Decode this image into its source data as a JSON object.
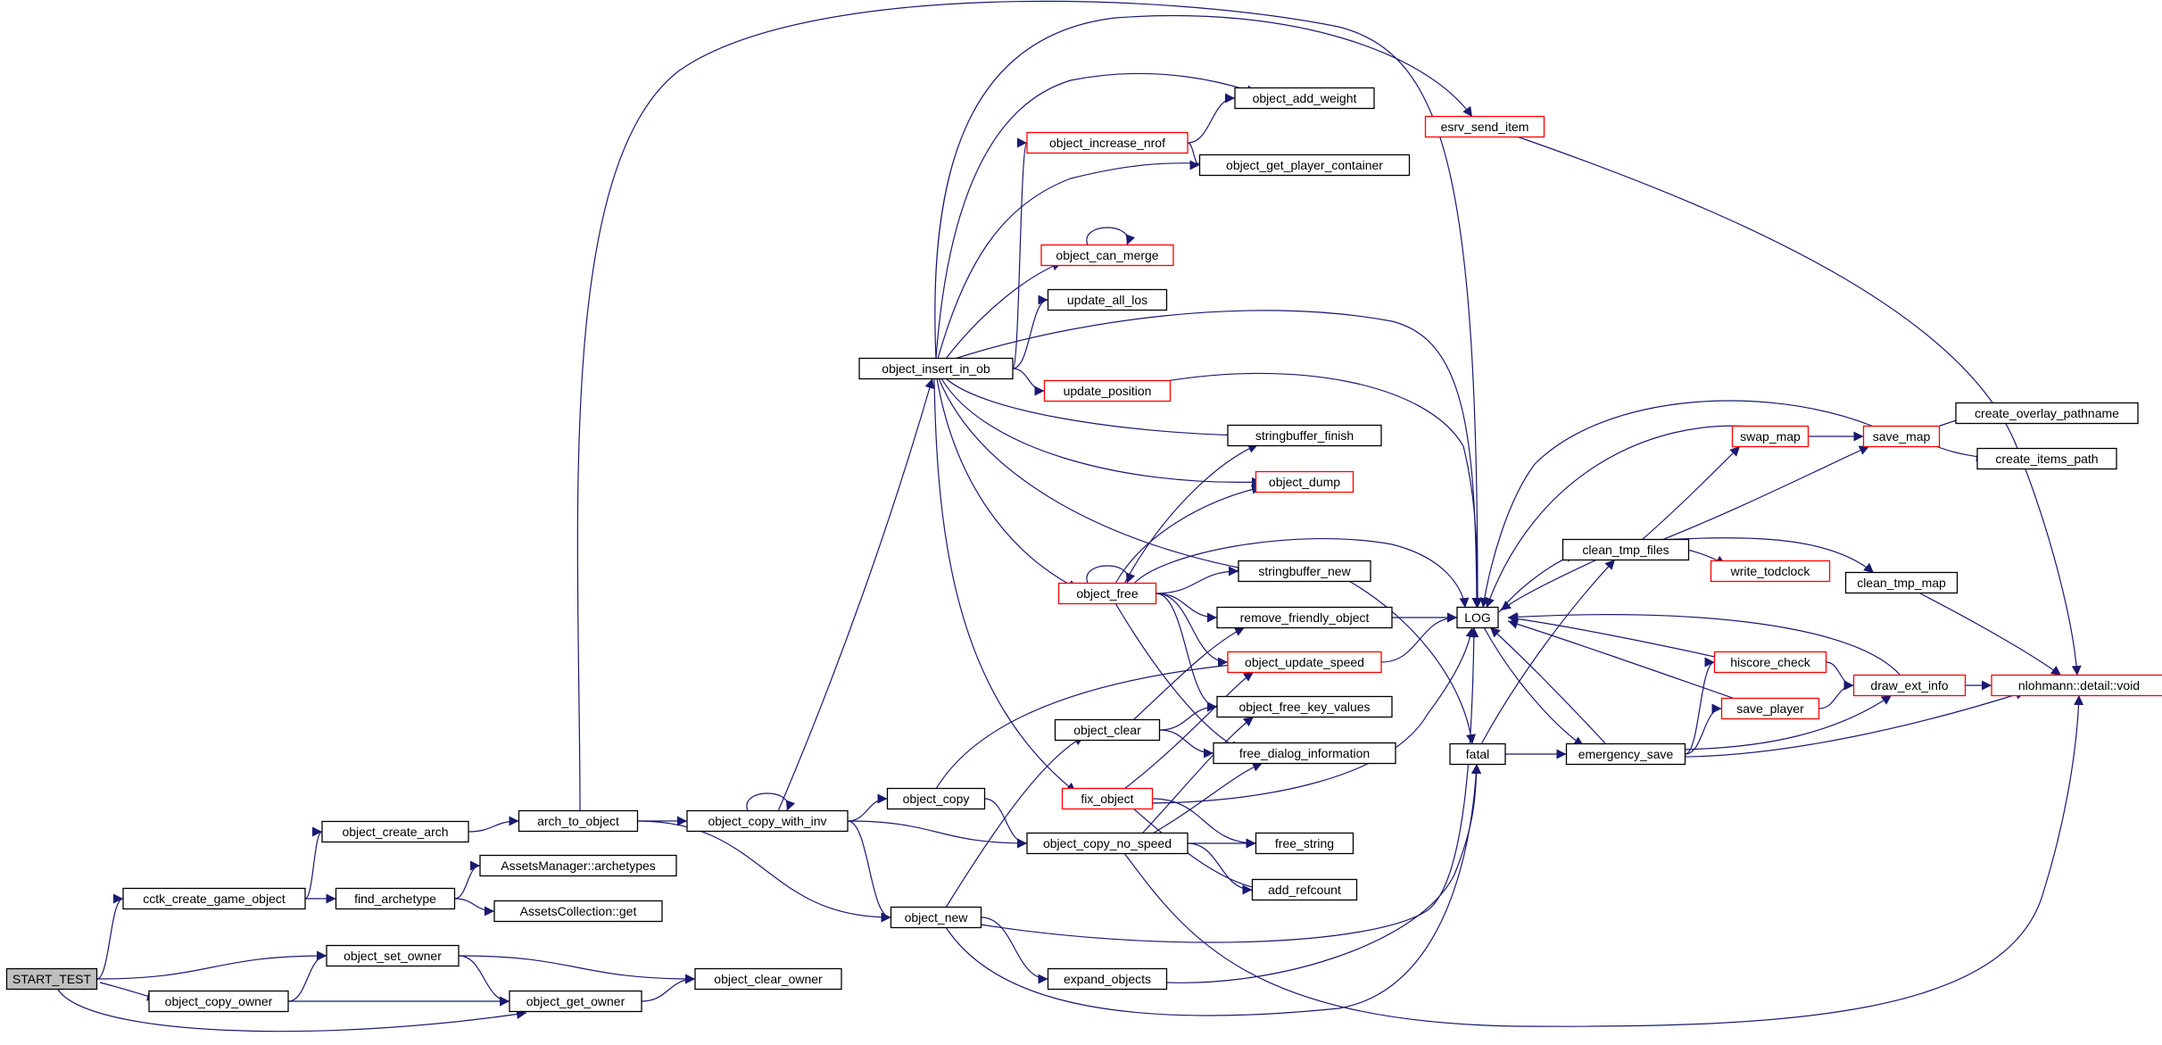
{
  "diagram": {
    "type": "call-graph",
    "colors": {
      "edge": "#191970",
      "border_normal": "#000000",
      "border_truncated": "#ff0000",
      "root_fill": "#bfbfbf",
      "node_fill": "#ffffff"
    },
    "nodes": [
      {
        "id": "start_test",
        "label": "START_TEST",
        "style": "root"
      },
      {
        "id": "cctk_create_game_object",
        "label": "cctk_create_game_object",
        "style": "normal"
      },
      {
        "id": "object_copy_owner",
        "label": "object_copy_owner",
        "style": "normal"
      },
      {
        "id": "object_set_owner",
        "label": "object_set_owner",
        "style": "normal"
      },
      {
        "id": "object_get_owner",
        "label": "object_get_owner",
        "style": "normal"
      },
      {
        "id": "object_clear_owner",
        "label": "object_clear_owner",
        "style": "normal"
      },
      {
        "id": "object_create_arch",
        "label": "object_create_arch",
        "style": "normal"
      },
      {
        "id": "find_archetype",
        "label": "find_archetype",
        "style": "normal"
      },
      {
        "id": "assets_manager_archetypes",
        "label": "AssetsManager::archetypes",
        "style": "normal"
      },
      {
        "id": "assets_collection_get",
        "label": "AssetsCollection::get",
        "style": "normal"
      },
      {
        "id": "arch_to_object",
        "label": "arch_to_object",
        "style": "normal"
      },
      {
        "id": "object_copy_with_inv",
        "label": "object_copy_with_inv",
        "style": "normal"
      },
      {
        "id": "object_copy",
        "label": "object_copy",
        "style": "normal"
      },
      {
        "id": "object_new",
        "label": "object_new",
        "style": "normal"
      },
      {
        "id": "object_insert_in_ob",
        "label": "object_insert_in_ob",
        "style": "normal"
      },
      {
        "id": "object_add_weight",
        "label": "object_add_weight",
        "style": "normal"
      },
      {
        "id": "object_increase_nrof",
        "label": "object_increase_nrof",
        "style": "truncated"
      },
      {
        "id": "object_get_player_container",
        "label": "object_get_player_container",
        "style": "normal"
      },
      {
        "id": "object_can_merge",
        "label": "object_can_merge",
        "style": "truncated"
      },
      {
        "id": "update_all_los",
        "label": "update_all_los",
        "style": "normal"
      },
      {
        "id": "update_position",
        "label": "update_position",
        "style": "truncated"
      },
      {
        "id": "stringbuffer_finish",
        "label": "stringbuffer_finish",
        "style": "normal"
      },
      {
        "id": "object_dump",
        "label": "object_dump",
        "style": "truncated"
      },
      {
        "id": "stringbuffer_new",
        "label": "stringbuffer_new",
        "style": "normal"
      },
      {
        "id": "object_free",
        "label": "object_free",
        "style": "truncated"
      },
      {
        "id": "remove_friendly_object",
        "label": "remove_friendly_object",
        "style": "normal"
      },
      {
        "id": "object_update_speed",
        "label": "object_update_speed",
        "style": "truncated"
      },
      {
        "id": "object_free_key_values",
        "label": "object_free_key_values",
        "style": "normal"
      },
      {
        "id": "free_dialog_information",
        "label": "free_dialog_information",
        "style": "normal"
      },
      {
        "id": "object_clear",
        "label": "object_clear",
        "style": "normal"
      },
      {
        "id": "fix_object",
        "label": "fix_object",
        "style": "truncated"
      },
      {
        "id": "object_copy_no_speed",
        "label": "object_copy_no_speed",
        "style": "normal"
      },
      {
        "id": "free_string",
        "label": "free_string",
        "style": "normal"
      },
      {
        "id": "add_refcount",
        "label": "add_refcount",
        "style": "normal"
      },
      {
        "id": "expand_objects",
        "label": "expand_objects",
        "style": "normal"
      },
      {
        "id": "esrv_send_item",
        "label": "esrv_send_item",
        "style": "truncated"
      },
      {
        "id": "log",
        "label": "LOG",
        "style": "normal"
      },
      {
        "id": "fatal",
        "label": "fatal",
        "style": "normal"
      },
      {
        "id": "clean_tmp_files",
        "label": "clean_tmp_files",
        "style": "normal"
      },
      {
        "id": "emergency_save",
        "label": "emergency_save",
        "style": "normal"
      },
      {
        "id": "swap_map",
        "label": "swap_map",
        "style": "truncated"
      },
      {
        "id": "write_todclock",
        "label": "write_todclock",
        "style": "truncated"
      },
      {
        "id": "clean_tmp_map",
        "label": "clean_tmp_map",
        "style": "normal"
      },
      {
        "id": "save_map",
        "label": "save_map",
        "style": "truncated"
      },
      {
        "id": "create_overlay_pathname",
        "label": "create_overlay_pathname",
        "style": "normal"
      },
      {
        "id": "create_items_path",
        "label": "create_items_path",
        "style": "normal"
      },
      {
        "id": "hiscore_check",
        "label": "hiscore_check",
        "style": "truncated"
      },
      {
        "id": "save_player",
        "label": "save_player",
        "style": "truncated"
      },
      {
        "id": "draw_ext_info",
        "label": "draw_ext_info",
        "style": "truncated"
      },
      {
        "id": "nlohmann_void",
        "label": "nlohmann::detail::void",
        "style": "truncated"
      }
    ],
    "edges": [
      {
        "from": "start_test",
        "to": "cctk_create_game_object"
      },
      {
        "from": "start_test",
        "to": "object_set_owner"
      },
      {
        "from": "start_test",
        "to": "object_copy_owner"
      },
      {
        "from": "start_test",
        "to": "object_get_owner"
      },
      {
        "from": "cctk_create_game_object",
        "to": "object_create_arch"
      },
      {
        "from": "cctk_create_game_object",
        "to": "find_archetype"
      },
      {
        "from": "object_copy_owner",
        "to": "object_set_owner"
      },
      {
        "from": "object_copy_owner",
        "to": "object_get_owner"
      },
      {
        "from": "object_set_owner",
        "to": "object_get_owner"
      },
      {
        "from": "object_set_owner",
        "to": "object_clear_owner"
      },
      {
        "from": "object_get_owner",
        "to": "object_clear_owner"
      },
      {
        "from": "object_create_arch",
        "to": "arch_to_object"
      },
      {
        "from": "find_archetype",
        "to": "assets_manager_archetypes"
      },
      {
        "from": "find_archetype",
        "to": "assets_collection_get"
      },
      {
        "from": "arch_to_object",
        "to": "object_copy_with_inv"
      },
      {
        "from": "arch_to_object",
        "to": "object_new"
      },
      {
        "from": "arch_to_object",
        "to": "log"
      },
      {
        "from": "object_copy_with_inv",
        "to": "object_copy_with_inv"
      },
      {
        "from": "object_copy_with_inv",
        "to": "object_copy"
      },
      {
        "from": "object_copy_with_inv",
        "to": "object_copy_no_speed"
      },
      {
        "from": "object_copy_with_inv",
        "to": "object_new"
      },
      {
        "from": "object_copy_with_inv",
        "to": "object_insert_in_ob"
      },
      {
        "from": "object_copy",
        "to": "object_copy_no_speed"
      },
      {
        "from": "object_copy",
        "to": "object_update_speed"
      },
      {
        "from": "object_new",
        "to": "object_clear"
      },
      {
        "from": "object_new",
        "to": "expand_objects"
      },
      {
        "from": "object_new",
        "to": "log"
      },
      {
        "from": "object_new",
        "to": "fatal"
      },
      {
        "from": "object_insert_in_ob",
        "to": "esrv_send_item"
      },
      {
        "from": "object_insert_in_ob",
        "to": "object_add_weight"
      },
      {
        "from": "object_insert_in_ob",
        "to": "object_increase_nrof"
      },
      {
        "from": "object_insert_in_ob",
        "to": "object_get_player_container"
      },
      {
        "from": "object_insert_in_ob",
        "to": "object_can_merge"
      },
      {
        "from": "object_insert_in_ob",
        "to": "update_all_los"
      },
      {
        "from": "object_insert_in_ob",
        "to": "log"
      },
      {
        "from": "object_insert_in_ob",
        "to": "update_position"
      },
      {
        "from": "object_insert_in_ob",
        "to": "stringbuffer_finish"
      },
      {
        "from": "object_insert_in_ob",
        "to": "object_dump"
      },
      {
        "from": "object_insert_in_ob",
        "to": "stringbuffer_new"
      },
      {
        "from": "object_insert_in_ob",
        "to": "object_free"
      },
      {
        "from": "object_insert_in_ob",
        "to": "fix_object"
      },
      {
        "from": "object_increase_nrof",
        "to": "object_add_weight"
      },
      {
        "from": "object_increase_nrof",
        "to": "object_get_player_container"
      },
      {
        "from": "object_can_merge",
        "to": "object_can_merge"
      },
      {
        "from": "update_position",
        "to": "log"
      },
      {
        "from": "object_free",
        "to": "object_free"
      },
      {
        "from": "object_free",
        "to": "stringbuffer_finish"
      },
      {
        "from": "object_free",
        "to": "object_dump"
      },
      {
        "from": "object_free",
        "to": "stringbuffer_new"
      },
      {
        "from": "object_free",
        "to": "log"
      },
      {
        "from": "object_free",
        "to": "remove_friendly_object"
      },
      {
        "from": "object_free",
        "to": "object_update_speed"
      },
      {
        "from": "object_free",
        "to": "object_free_key_values"
      },
      {
        "from": "object_free",
        "to": "free_dialog_information"
      },
      {
        "from": "stringbuffer_new",
        "to": "fatal"
      },
      {
        "from": "remove_friendly_object",
        "to": "log"
      },
      {
        "from": "object_update_speed",
        "to": "log"
      },
      {
        "from": "object_clear",
        "to": "remove_friendly_object"
      },
      {
        "from": "object_clear",
        "to": "object_free_key_values"
      },
      {
        "from": "object_clear",
        "to": "free_dialog_information"
      },
      {
        "from": "fix_object",
        "to": "object_update_speed"
      },
      {
        "from": "fix_object",
        "to": "log"
      },
      {
        "from": "fix_object",
        "to": "free_string"
      },
      {
        "from": "fix_object",
        "to": "add_refcount"
      },
      {
        "from": "object_copy_no_speed",
        "to": "object_free_key_values"
      },
      {
        "from": "object_copy_no_speed",
        "to": "free_dialog_information"
      },
      {
        "from": "object_copy_no_speed",
        "to": "free_string"
      },
      {
        "from": "object_copy_no_speed",
        "to": "add_refcount"
      },
      {
        "from": "object_copy_no_speed",
        "to": "nlohmann_void"
      },
      {
        "from": "expand_objects",
        "to": "fatal"
      },
      {
        "from": "esrv_send_item",
        "to": "nlohmann_void"
      },
      {
        "from": "log",
        "to": "clean_tmp_files"
      },
      {
        "from": "log",
        "to": "emergency_save"
      },
      {
        "from": "fatal",
        "to": "clean_tmp_files"
      },
      {
        "from": "fatal",
        "to": "emergency_save"
      },
      {
        "from": "clean_tmp_files",
        "to": "log"
      },
      {
        "from": "clean_tmp_files",
        "to": "swap_map"
      },
      {
        "from": "clean_tmp_files",
        "to": "save_map"
      },
      {
        "from": "clean_tmp_files",
        "to": "write_todclock"
      },
      {
        "from": "clean_tmp_files",
        "to": "clean_tmp_map"
      },
      {
        "from": "emergency_save",
        "to": "log"
      },
      {
        "from": "emergency_save",
        "to": "hiscore_check"
      },
      {
        "from": "emergency_save",
        "to": "save_player"
      },
      {
        "from": "emergency_save",
        "to": "draw_ext_info"
      },
      {
        "from": "emergency_save",
        "to": "nlohmann_void"
      },
      {
        "from": "swap_map",
        "to": "log"
      },
      {
        "from": "swap_map",
        "to": "save_map"
      },
      {
        "from": "save_map",
        "to": "log"
      },
      {
        "from": "save_map",
        "to": "create_overlay_pathname"
      },
      {
        "from": "save_map",
        "to": "create_items_path"
      },
      {
        "from": "clean_tmp_map",
        "to": "nlohmann_void"
      },
      {
        "from": "hiscore_check",
        "to": "log"
      },
      {
        "from": "hiscore_check",
        "to": "draw_ext_info"
      },
      {
        "from": "save_player",
        "to": "log"
      },
      {
        "from": "save_player",
        "to": "draw_ext_info"
      },
      {
        "from": "draw_ext_info",
        "to": "log"
      },
      {
        "from": "draw_ext_info",
        "to": "nlohmann_void"
      }
    ]
  }
}
